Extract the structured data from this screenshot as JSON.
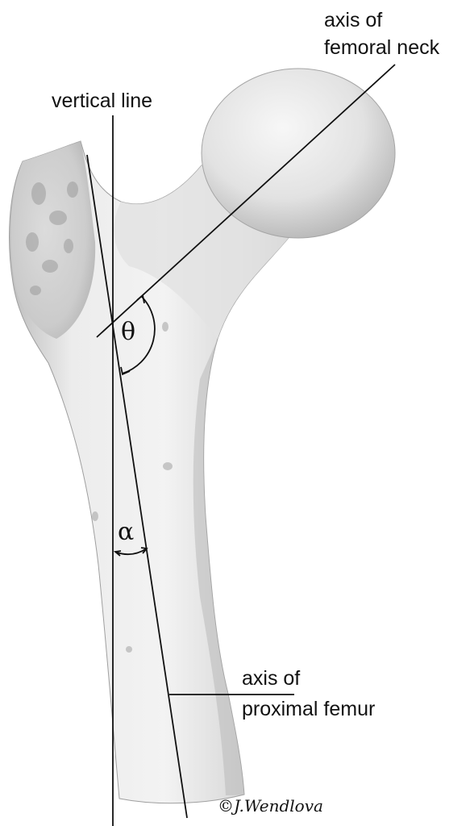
{
  "labels": {
    "vertical_line": "vertical line",
    "femoral_neck_axis": [
      "axis of",
      "femoral neck"
    ],
    "proximal_femur_axis": [
      "axis of",
      "proximal femur"
    ]
  },
  "angles": {
    "theta": "θ",
    "alpha": "α"
  },
  "credit": "©J.Wendlova",
  "colors": {
    "background": "#ffffff",
    "bone_light": "#f2f2f2",
    "bone_mid": "#d9d9d9",
    "bone_shadow": "#9a9a9a",
    "lines": "#111111"
  }
}
